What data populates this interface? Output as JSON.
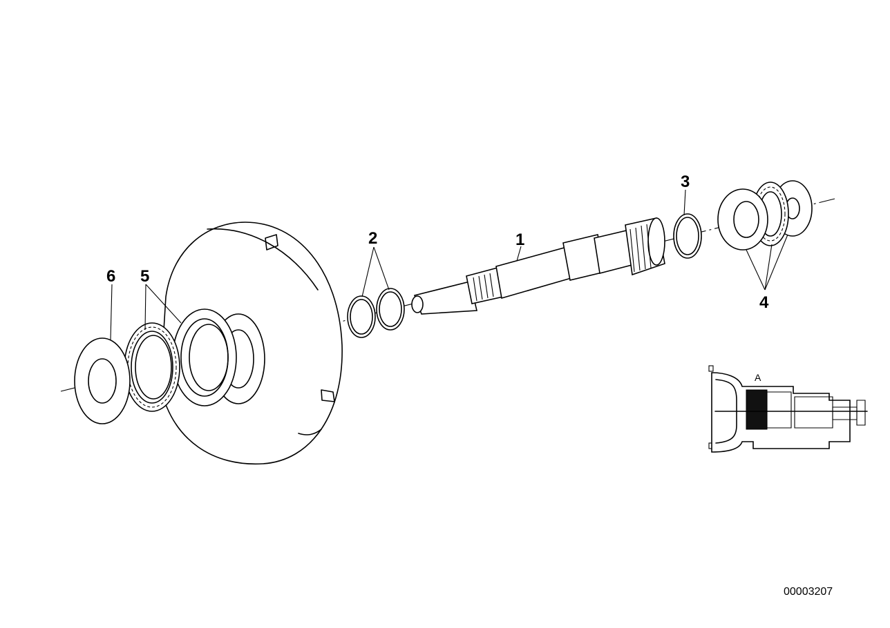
{
  "diagram": {
    "callouts": [
      {
        "id": "1",
        "text": "1"
      },
      {
        "id": "2",
        "text": "2"
      },
      {
        "id": "3",
        "text": "3"
      },
      {
        "id": "4",
        "text": "4"
      },
      {
        "id": "5",
        "text": "5"
      },
      {
        "id": "6",
        "text": "6"
      }
    ],
    "inset": {
      "section_label": "A"
    },
    "document_number": "00003207"
  }
}
